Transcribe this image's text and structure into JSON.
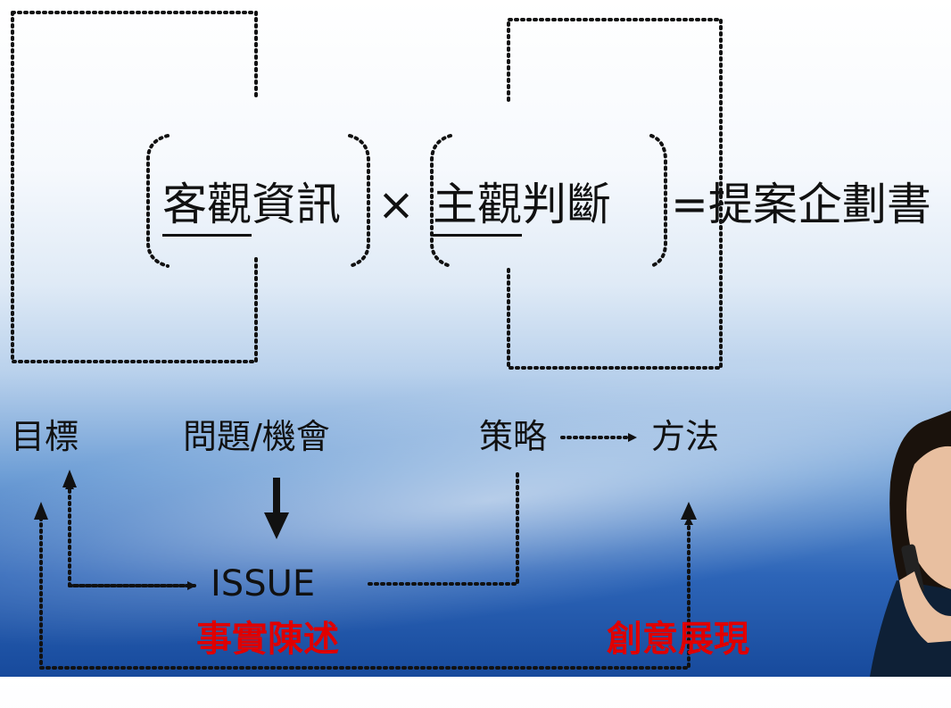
{
  "equation": {
    "part1_ul": "客觀",
    "part1_rest": "資訊",
    "times": "×",
    "part2_ul": "主觀",
    "part2_rest": "判斷",
    "result": "=提案企劃書"
  },
  "labels": {
    "goal": "目標",
    "problem": "問題/機會",
    "strategy": "策略",
    "method": "方法",
    "issue": "ISSUE",
    "fact": "事實陳述",
    "creative": "創意展現"
  },
  "colors": {
    "accent_red": "#e00000",
    "text": "#111111",
    "background_blue": "#174a9c"
  }
}
